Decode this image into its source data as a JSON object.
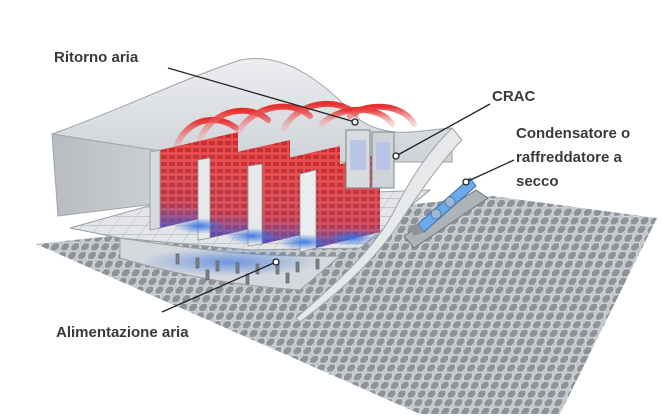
{
  "labels": {
    "return_air": "Ritorno aria",
    "crac": "CRAC",
    "condenser_line1": "Condensatore o",
    "condenser_line2": "raffreddatore a",
    "condenser_line3": "secco",
    "supply_air": "Alimentazione aria"
  },
  "colors": {
    "hot_air": "#e53030",
    "cold_air": "#2f6fe0",
    "rack_body": "#e7e8ea",
    "floor_tiles": "#b9bec4",
    "condenser": "#6aaae8",
    "label_text": "#3a3a3a",
    "leader_line": "#222222"
  },
  "icons": {
    "rack": "server-rack-icon",
    "crac_unit": "crac-unit-icon",
    "condenser": "condenser-icon",
    "pedestal": "floor-pedestal-icon"
  }
}
